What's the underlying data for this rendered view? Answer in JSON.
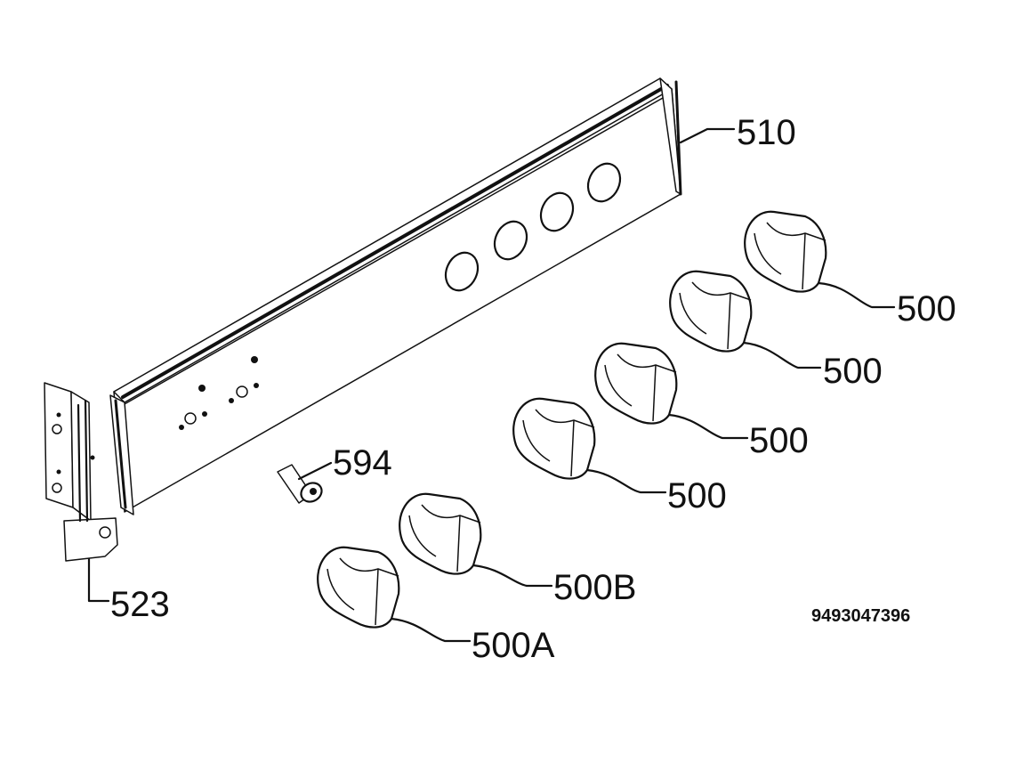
{
  "diagram": {
    "colors": {
      "line": "#111111",
      "background": "#ffffff"
    },
    "parts": [
      {
        "id": "control-panel",
        "label": "510"
      },
      {
        "id": "knob-1",
        "label": "500"
      },
      {
        "id": "knob-2",
        "label": "500"
      },
      {
        "id": "knob-3",
        "label": "500"
      },
      {
        "id": "knob-4",
        "label": "500"
      },
      {
        "id": "knob-5",
        "label": "500B"
      },
      {
        "id": "knob-6",
        "label": "500A"
      },
      {
        "id": "pin",
        "label": "594"
      },
      {
        "id": "bracket",
        "label": "523"
      }
    ],
    "drawing_code": "9493047396"
  }
}
